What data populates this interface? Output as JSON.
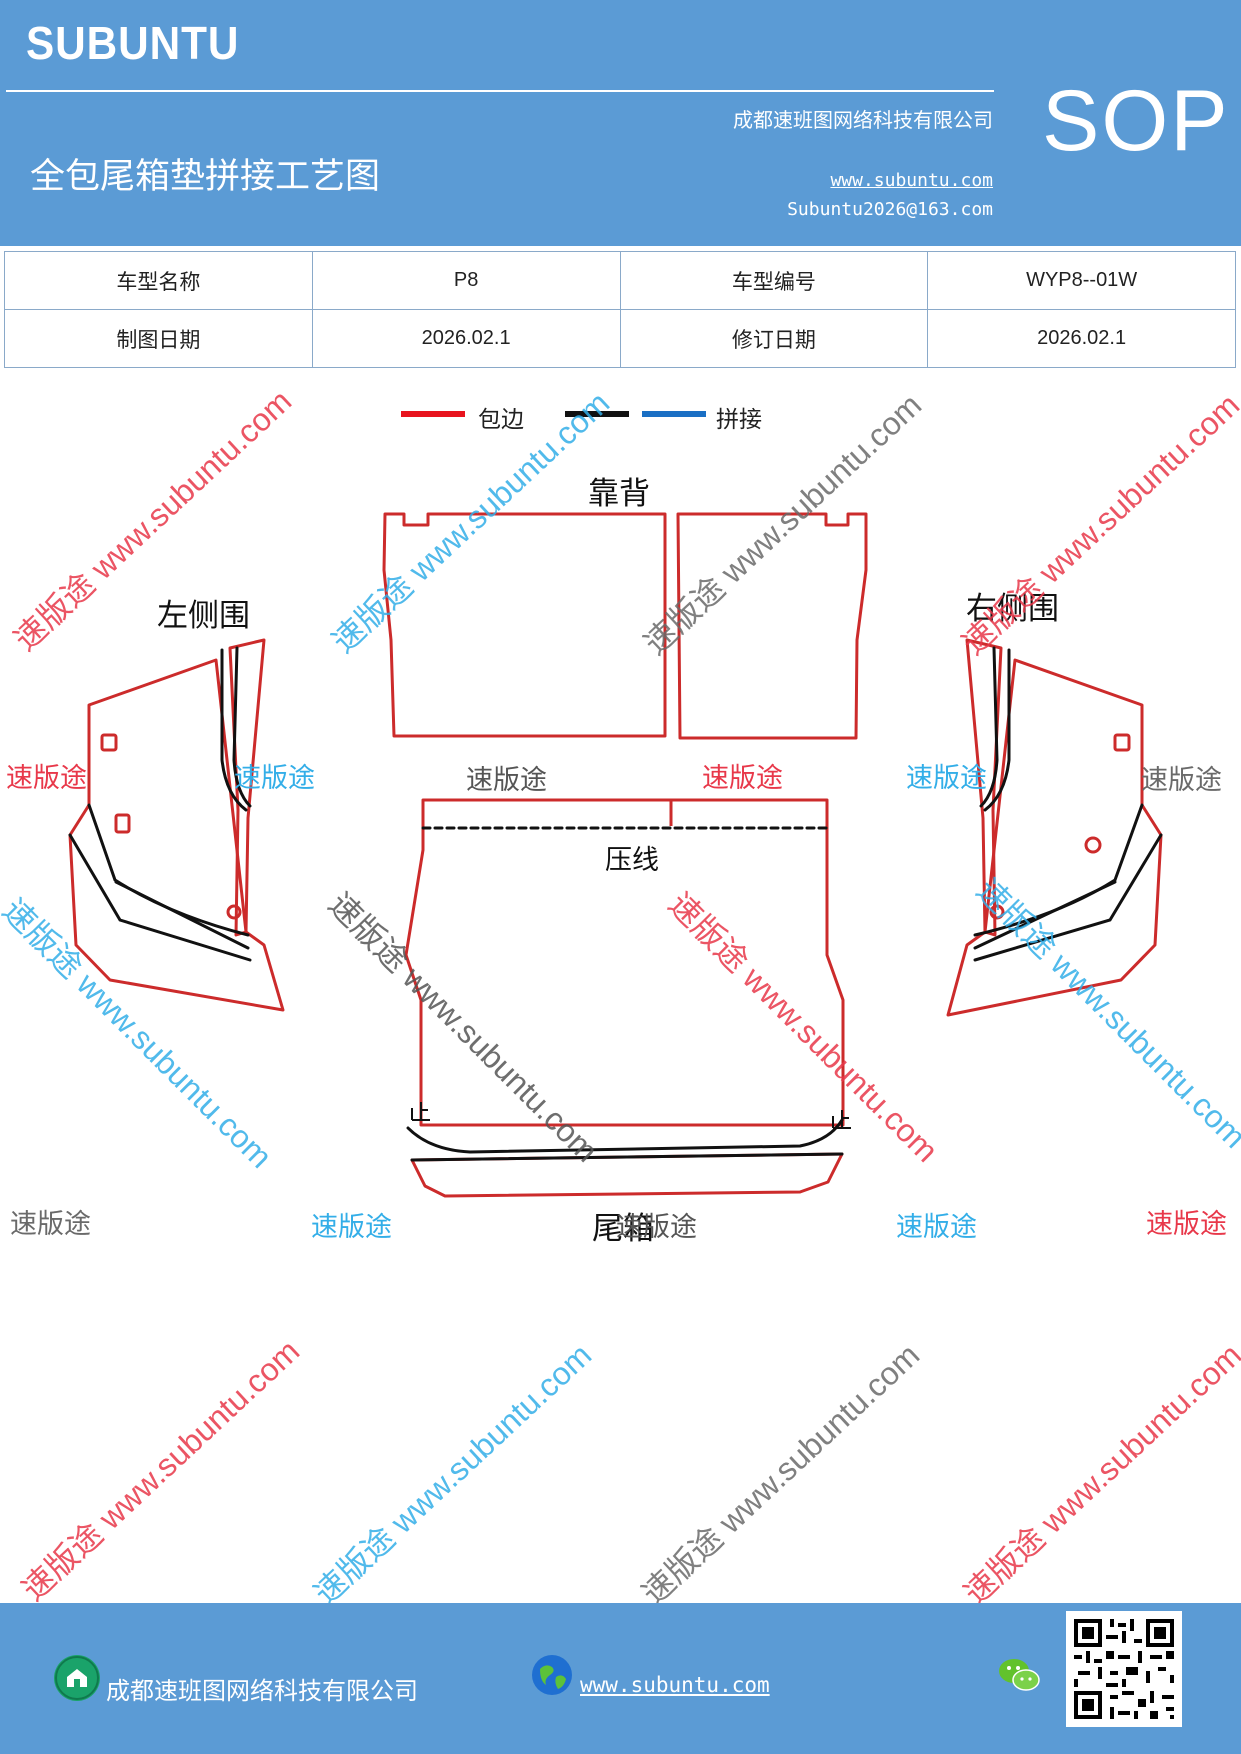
{
  "header": {
    "brand": "SUBUNTU",
    "company": "成都速班图网络科技有限公司",
    "title": "全包尾箱垫拼接工艺图",
    "website": "www.subuntu.com",
    "email": "Subuntu2026@163.com",
    "doc_type": "SOP"
  },
  "info_table": {
    "rows": [
      {
        "label1": "车型名称",
        "value1": "P8",
        "label2": "车型编号",
        "value2": "WYP8--01W"
      },
      {
        "label1": "制图日期",
        "value1": "2026.02.1",
        "label2": "修订日期",
        "value2": "2026.02.1"
      }
    ]
  },
  "legend": {
    "item1": "包边",
    "item2": "拼接",
    "colors": {
      "hem": "#e8141e",
      "cut": "#111111",
      "join": "#1a6fc4"
    }
  },
  "parts": {
    "backrest": "靠背",
    "left_side": "左侧围",
    "right_side": "右侧围",
    "trunk": "尾箱",
    "press_line": "压线",
    "stop_mark": "止"
  },
  "watermark": {
    "word": "速版途",
    "diag": "速版途 www.subuntu.com"
  },
  "footer": {
    "company": "成都速班图网络科技有限公司",
    "website": "www.subuntu.com "
  }
}
